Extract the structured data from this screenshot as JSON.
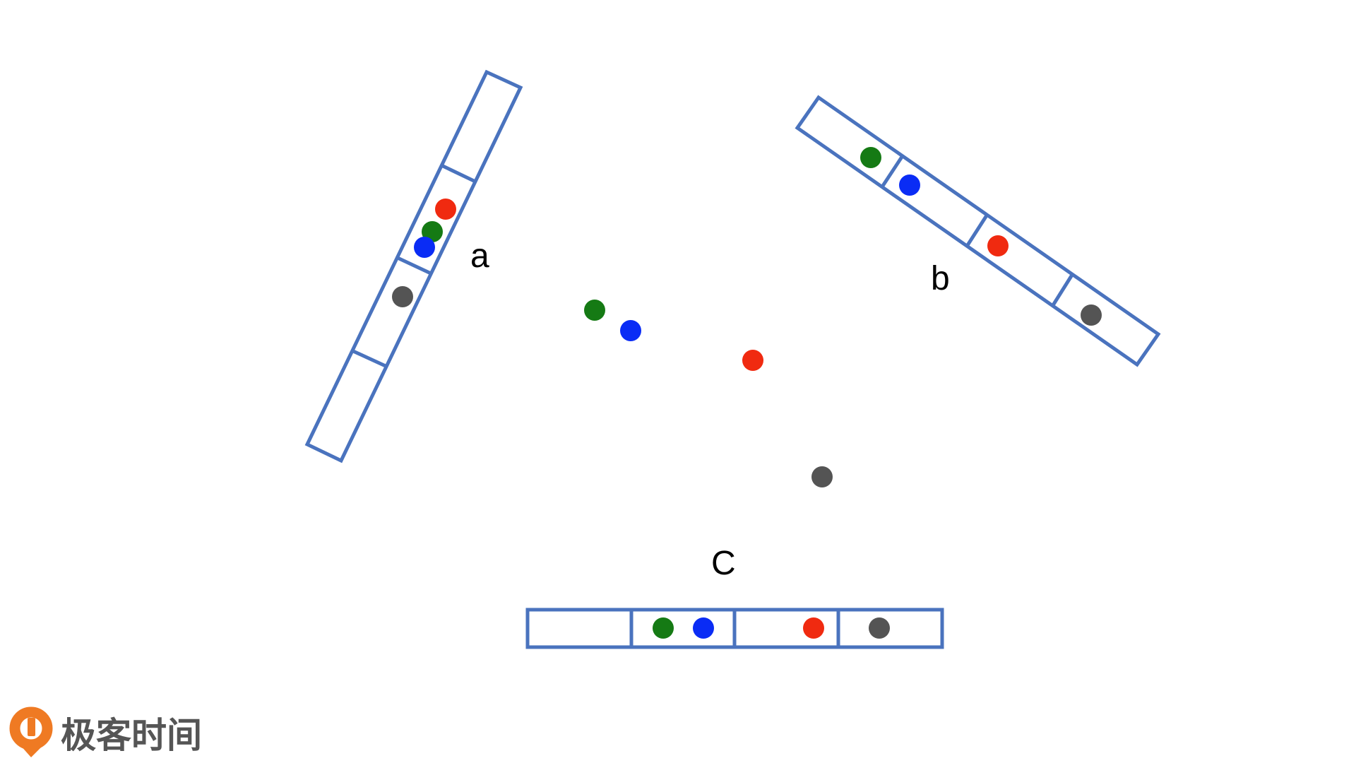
{
  "colors": {
    "bucket_stroke": "#4a73be",
    "green": "#157a14",
    "blue": "#0a2cf5",
    "red": "#f02a10",
    "gray": "#545454",
    "label": "#000000",
    "logo_orange": "#ef7a23",
    "logo_text": "#555555"
  },
  "labels": {
    "a": "a",
    "b": "b",
    "c": "C"
  },
  "points": [
    "green",
    "blue",
    "red",
    "gray"
  ],
  "projections": {
    "a": {
      "bucket_count": 4,
      "bucket_contents": [
        [],
        [
          "red",
          "green",
          "blue"
        ],
        [
          "gray"
        ],
        []
      ]
    },
    "b": {
      "bucket_count": 4,
      "bucket_contents": [
        [
          "green"
        ],
        [
          "blue"
        ],
        [
          "red"
        ],
        [
          "gray"
        ]
      ]
    },
    "c": {
      "bucket_count": 4,
      "bucket_contents": [
        [],
        [
          "green",
          "blue"
        ],
        [
          "red"
        ],
        [
          "gray"
        ]
      ]
    }
  },
  "logo": {
    "text": "极客时间",
    "icon": "geektime-logo-icon"
  }
}
